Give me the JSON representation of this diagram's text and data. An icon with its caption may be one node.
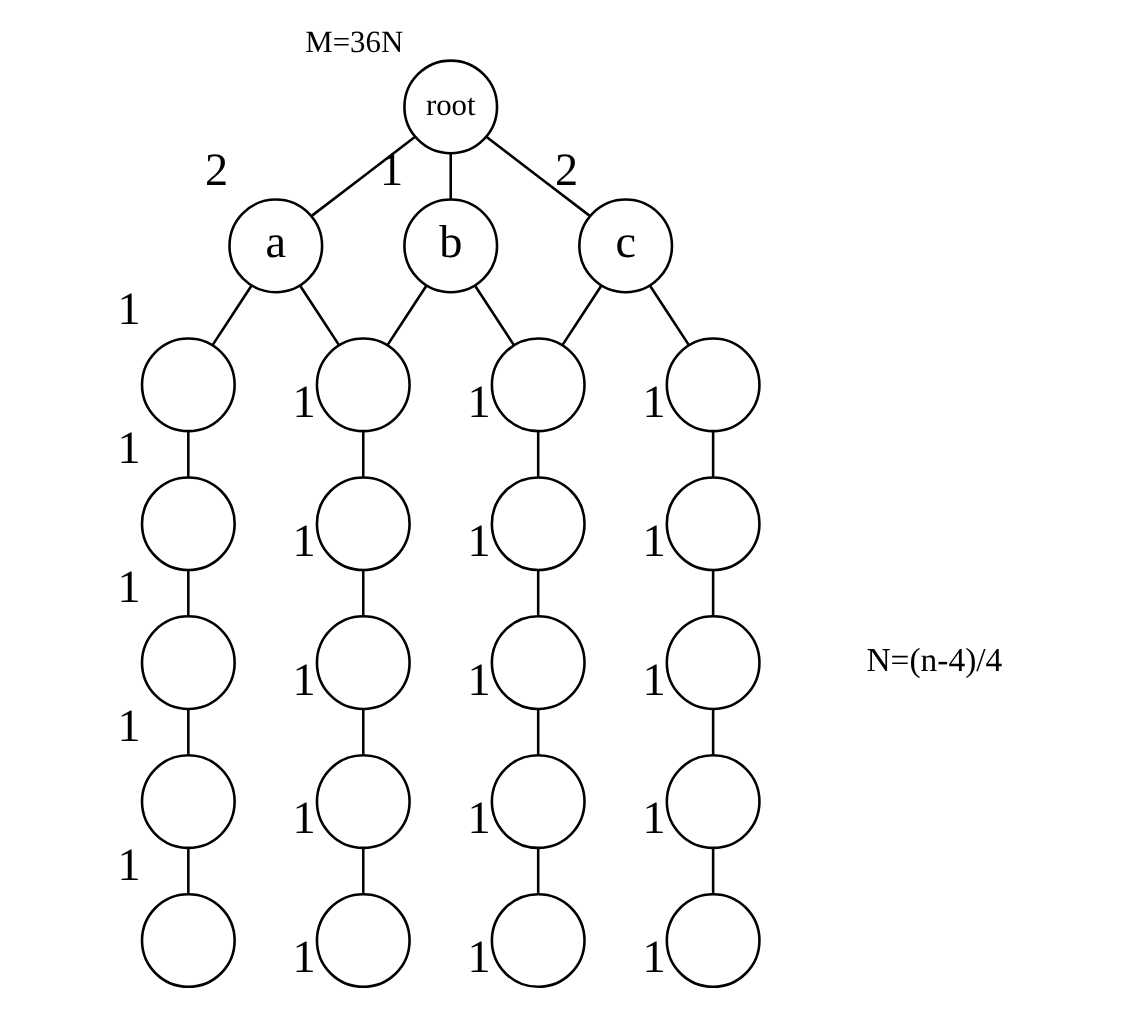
{
  "diagram": {
    "nodes": [
      {
        "text": [
          "root"
        ],
        "beside": [
          "M=36N"
        ]
      },
      {
        "text": [
          "a"
        ],
        "beside": [
          "2"
        ]
      },
      {
        "text": [
          "b"
        ],
        "beside": [
          "1"
        ]
      },
      {
        "text": [
          "c"
        ],
        "beside": [
          "2"
        ]
      },
      {
        "text": [],
        "shape": "circle",
        "beside": [
          "1"
        ]
      },
      {
        "text": [],
        "shape": "circle",
        "beside": [
          "1"
        ]
      },
      {
        "text": [],
        "shape": "circle",
        "beside": [
          "1"
        ]
      },
      {
        "text": [],
        "shape": "circle",
        "beside": [
          "1"
        ]
      },
      {
        "text": [],
        "shape": "circle",
        "beside": [
          "1"
        ]
      },
      {
        "text": [],
        "shape": "circle",
        "beside": [
          "1"
        ]
      },
      {
        "text": [],
        "shape": "circle",
        "beside": [
          "1"
        ]
      },
      {
        "text": [],
        "shape": "circle",
        "beside": [
          "1"
        ]
      },
      {
        "text": [],
        "shape": "circle",
        "beside": [
          "1"
        ]
      },
      {
        "text": [],
        "shape": "circle",
        "beside": [
          "1"
        ]
      },
      {
        "text": [],
        "shape": "circle",
        "beside": [
          "1"
        ]
      },
      {
        "text": [],
        "shape": "circle",
        "beside": [
          "1"
        ]
      },
      {
        "text": [],
        "shape": "circle",
        "beside": [
          "1"
        ]
      },
      {
        "text": [],
        "shape": "circle",
        "beside": [
          "1"
        ]
      },
      {
        "text": [],
        "shape": "circle",
        "beside": [
          "1"
        ]
      },
      {
        "text": [],
        "shape": "circle",
        "beside": [
          "1"
        ]
      },
      {
        "text": [],
        "shape": "circle",
        "beside": [
          "1"
        ]
      },
      {
        "text": [],
        "shape": "circle",
        "beside": [
          "1"
        ]
      },
      {
        "text": [],
        "shape": "circle",
        "beside": [
          "1"
        ]
      },
      {
        "text": [],
        "shape": "circle",
        "beside": [
          "1"
        ]
      }
    ],
    "edges": [
      {
        "from": 0,
        "to": 1,
        "arrow": "none"
      },
      {
        "from": 0,
        "to": 2,
        "arrow": "none"
      },
      {
        "from": 0,
        "to": 3,
        "arrow": "none"
      },
      {
        "from": 1,
        "to": 4,
        "arrow": "none"
      },
      {
        "from": 1,
        "to": 5,
        "arrow": "none"
      },
      {
        "from": 2,
        "to": 5,
        "arrow": "none"
      },
      {
        "from": 2,
        "to": 6,
        "arrow": "none"
      },
      {
        "from": 3,
        "to": 6,
        "arrow": "none"
      },
      {
        "from": 3,
        "to": 7,
        "arrow": "none"
      },
      {
        "from": 4,
        "to": 8,
        "arrow": "none"
      },
      {
        "from": 8,
        "to": 12,
        "arrow": "none"
      },
      {
        "from": 12,
        "to": 16,
        "arrow": "none"
      },
      {
        "from": 16,
        "to": 20,
        "arrow": "none"
      },
      {
        "from": 5,
        "to": 9,
        "arrow": "none"
      },
      {
        "from": 9,
        "to": 13,
        "arrow": "none"
      },
      {
        "from": 13,
        "to": 17,
        "arrow": "none"
      },
      {
        "from": 17,
        "to": 21,
        "arrow": "none"
      },
      {
        "from": 6,
        "to": 10,
        "arrow": "none"
      },
      {
        "from": 10,
        "to": 14,
        "arrow": "none"
      },
      {
        "from": 14,
        "to": 18,
        "arrow": "none"
      },
      {
        "from": 18,
        "to": 22,
        "arrow": "none"
      },
      {
        "from": 7,
        "to": 11,
        "arrow": "none"
      },
      {
        "from": 11,
        "to": 15,
        "arrow": "none"
      },
      {
        "from": 15,
        "to": 19,
        "arrow": "none"
      },
      {
        "from": 19,
        "to": 23,
        "arrow": "none"
      }
    ],
    "labels": [
      "N=(n-4)/4"
    ]
  }
}
